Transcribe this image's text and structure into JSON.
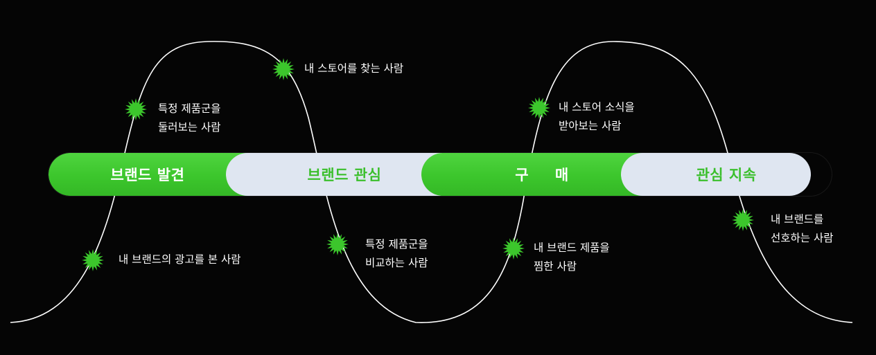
{
  "stages": [
    {
      "label": "브랜드 발견",
      "style": "green"
    },
    {
      "label": "브랜드 관심",
      "style": "light"
    },
    {
      "label": "구 매",
      "style": "green"
    },
    {
      "label": "관심 지속",
      "style": "light"
    }
  ],
  "annotations": {
    "ad_viewer": {
      "lines": [
        "내 브랜드의 광고를 본 사람"
      ]
    },
    "category_browser": {
      "lines": [
        "특정 제품군을",
        "둘러보는 사람"
      ]
    },
    "store_finder": {
      "lines": [
        "내 스토어를 찾는 사람"
      ]
    },
    "category_comparer": {
      "lines": [
        "특정 제품군을",
        "비교하는 사람"
      ]
    },
    "product_saver": {
      "lines": [
        "내 브랜드 제품을",
        "찜한 사람"
      ]
    },
    "store_news_subscriber": {
      "lines": [
        "내 스토어 소식을",
        "받아보는 사람"
      ]
    },
    "brand_preferrer": {
      "lines": [
        "내 브랜드를",
        "선호하는 사람"
      ]
    }
  },
  "colors": {
    "background": "#050505",
    "accent_green": "#3cc62c",
    "light_segment": "#dfe6f1",
    "curve": "#ffffff"
  }
}
